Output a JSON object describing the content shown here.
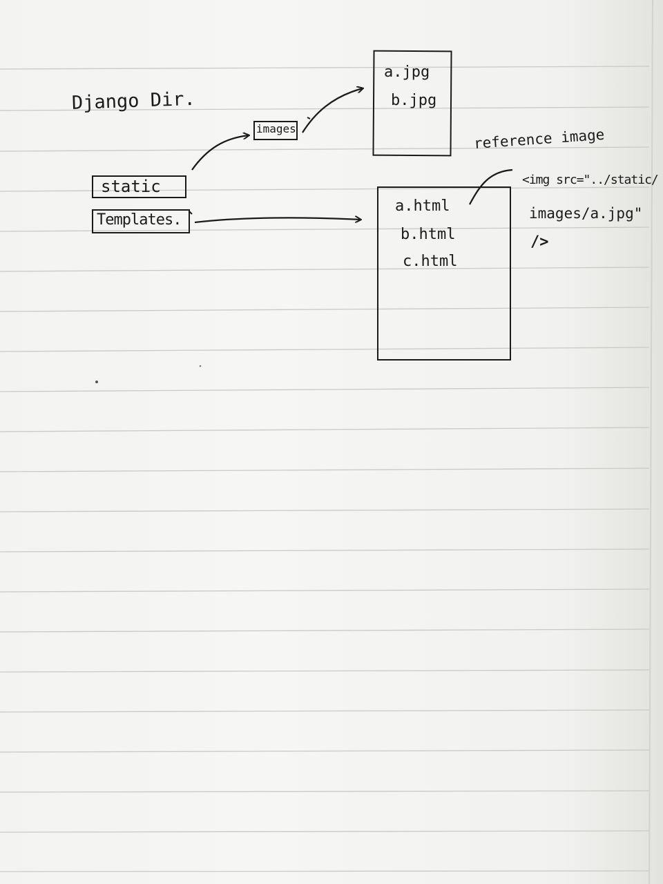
{
  "title": "Django  Dir.",
  "nodes": {
    "static": "static",
    "templates": "Templates.",
    "images": "images"
  },
  "images_files": [
    "a.jpg",
    "b.jpg"
  ],
  "template_files": [
    "a.html",
    "b.html",
    "c.html"
  ],
  "annotation": {
    "label": "reference image",
    "code_line1": "<img src=\"../static/",
    "code_line2": "images/a.jpg\"",
    "code_line3": "/>"
  }
}
